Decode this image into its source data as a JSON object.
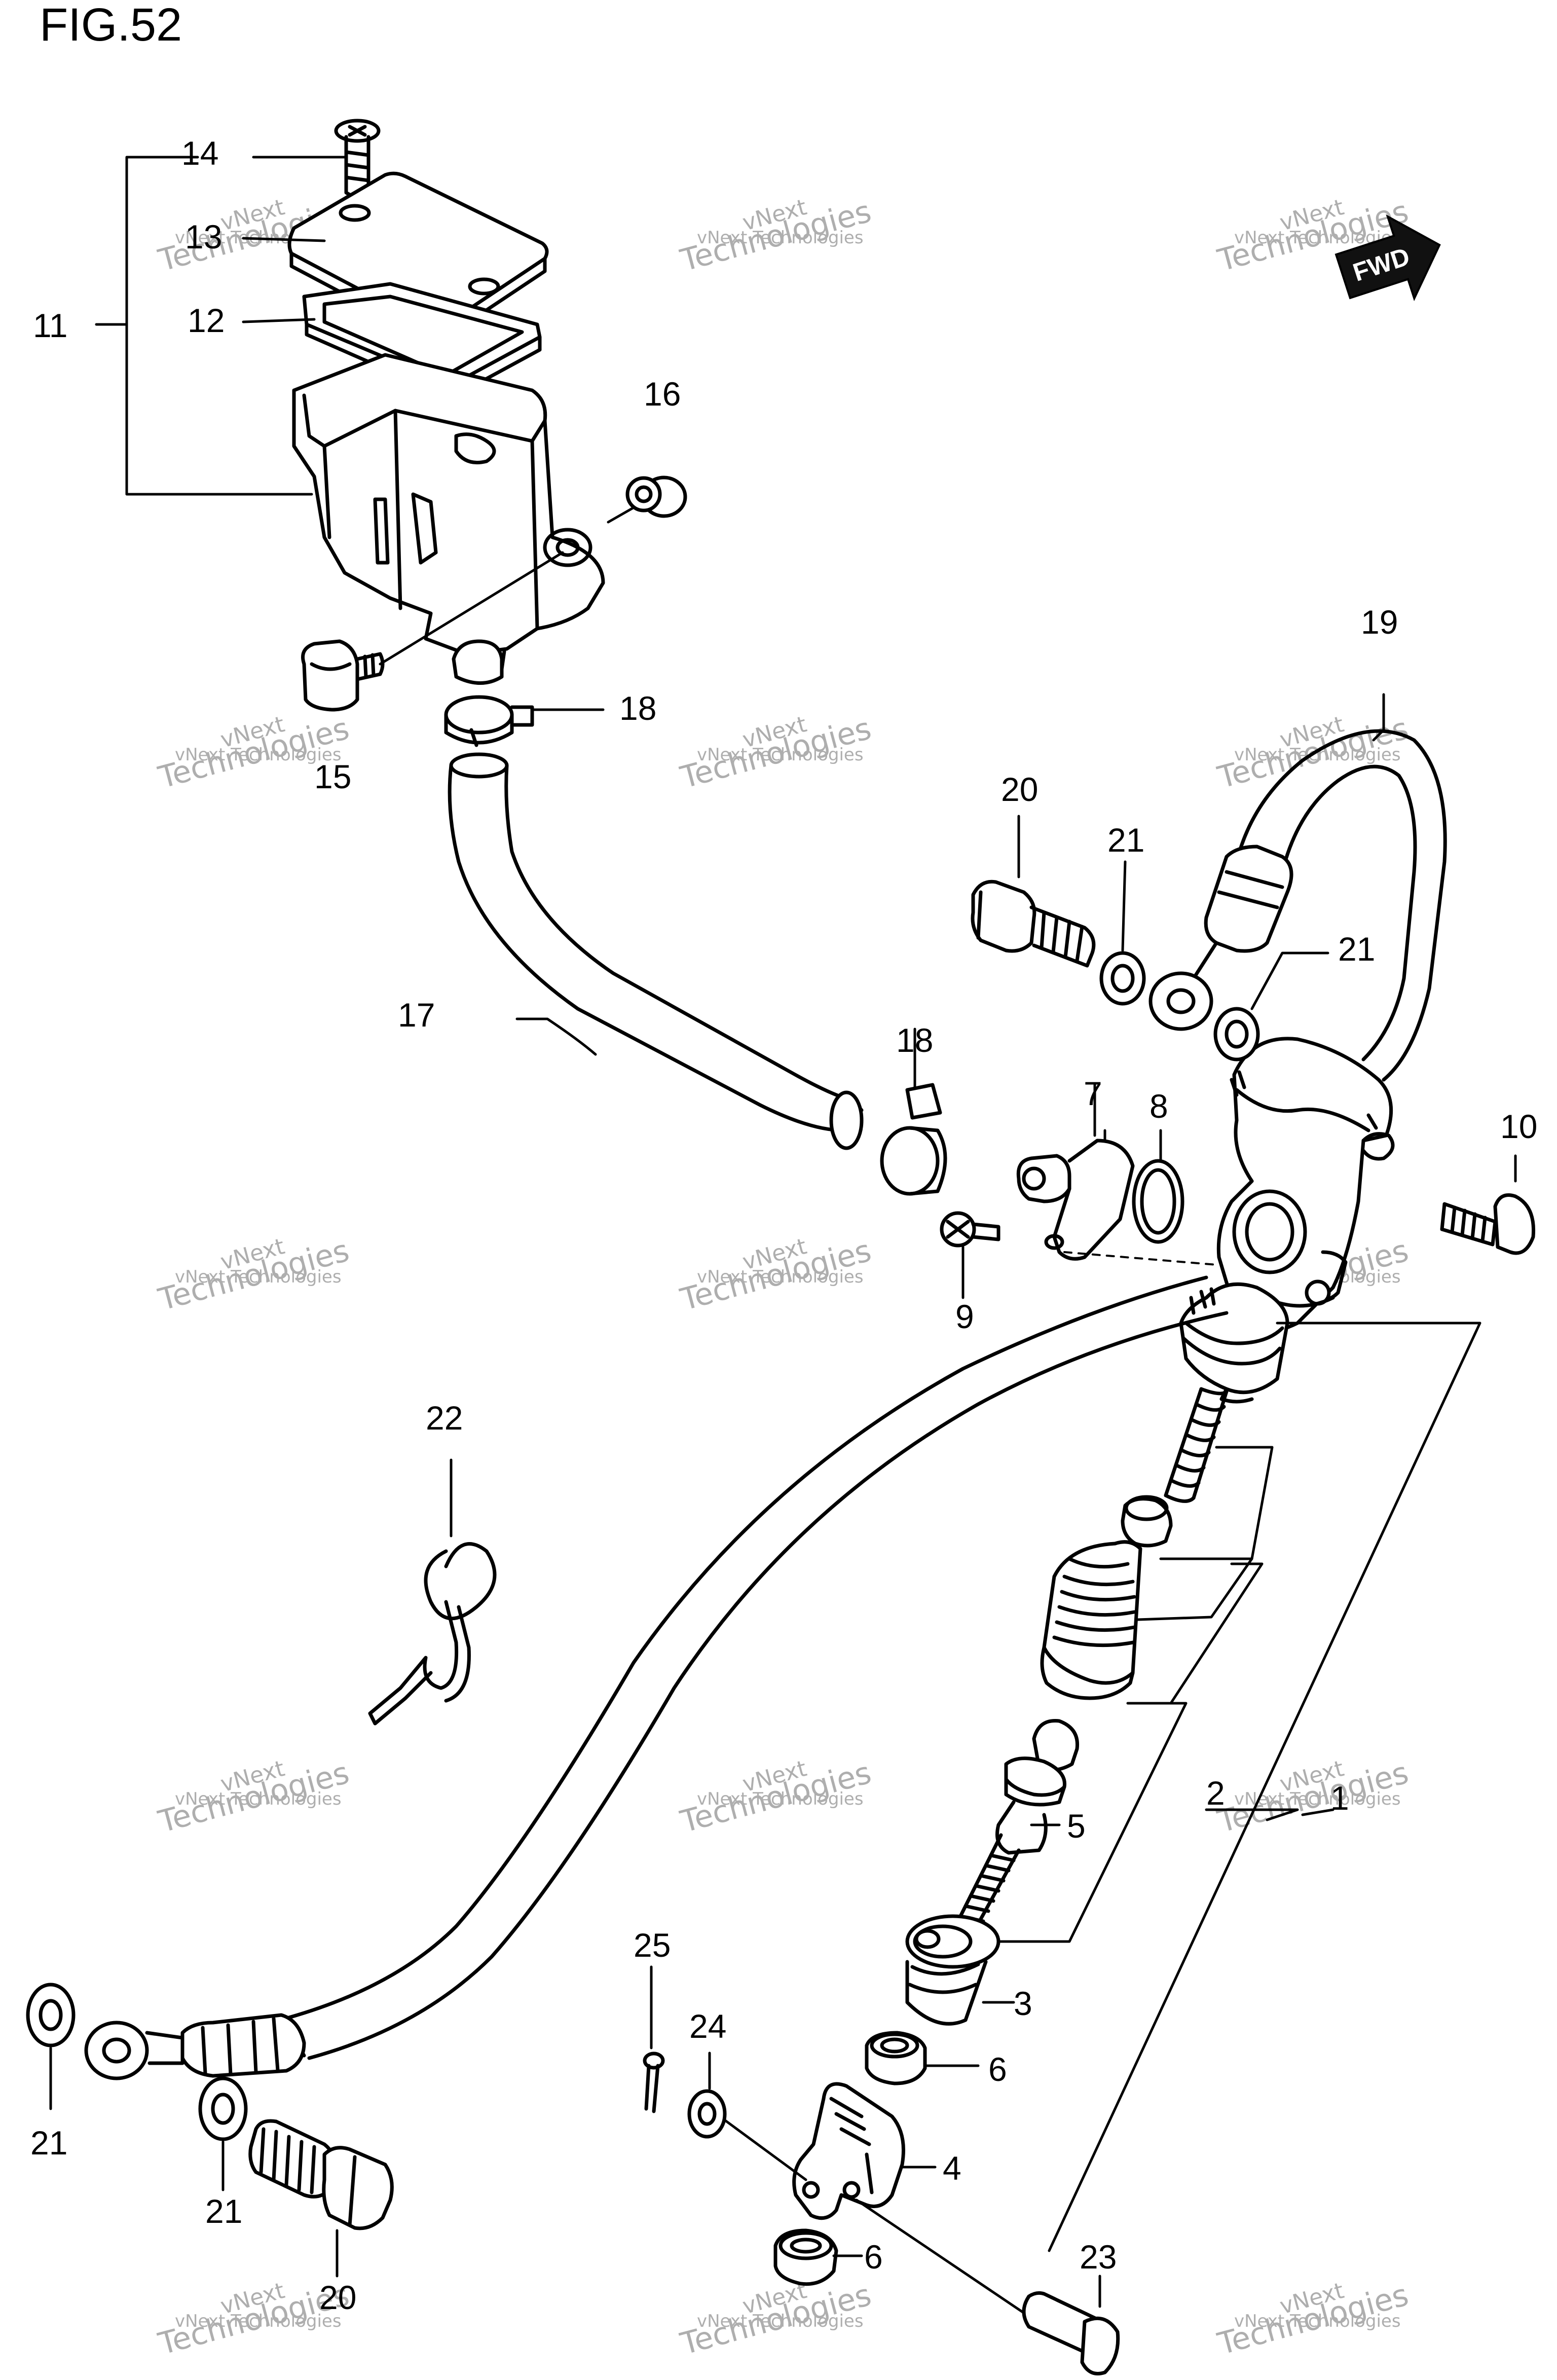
{
  "figure": {
    "title": "FIG.52",
    "fwd_label": "FWD"
  },
  "watermark": {
    "line1": "vNext Technologies",
    "line2": "vNext",
    "line3": "Technologies"
  },
  "callouts": {
    "p1": "1",
    "p2": "2",
    "p3": "3",
    "p4": "4",
    "p5": "5",
    "p6a": "6",
    "p6b": "6",
    "p7": "7",
    "p8": "8",
    "p9": "9",
    "p10": "10",
    "p11": "11",
    "p12": "12",
    "p13": "13",
    "p14": "14",
    "p15": "15",
    "p16": "16",
    "p17": "17",
    "p18a": "18",
    "p18b": "18",
    "p19": "19",
    "p20a": "20",
    "p20b": "20",
    "p21a": "21",
    "p21b": "21",
    "p21c": "21",
    "p21d": "21",
    "p22": "22",
    "p23": "23",
    "p24": "24",
    "p25": "25"
  },
  "colors": {
    "line": "#000000",
    "background": "#ffffff",
    "watermark": "#9a9a9a"
  }
}
